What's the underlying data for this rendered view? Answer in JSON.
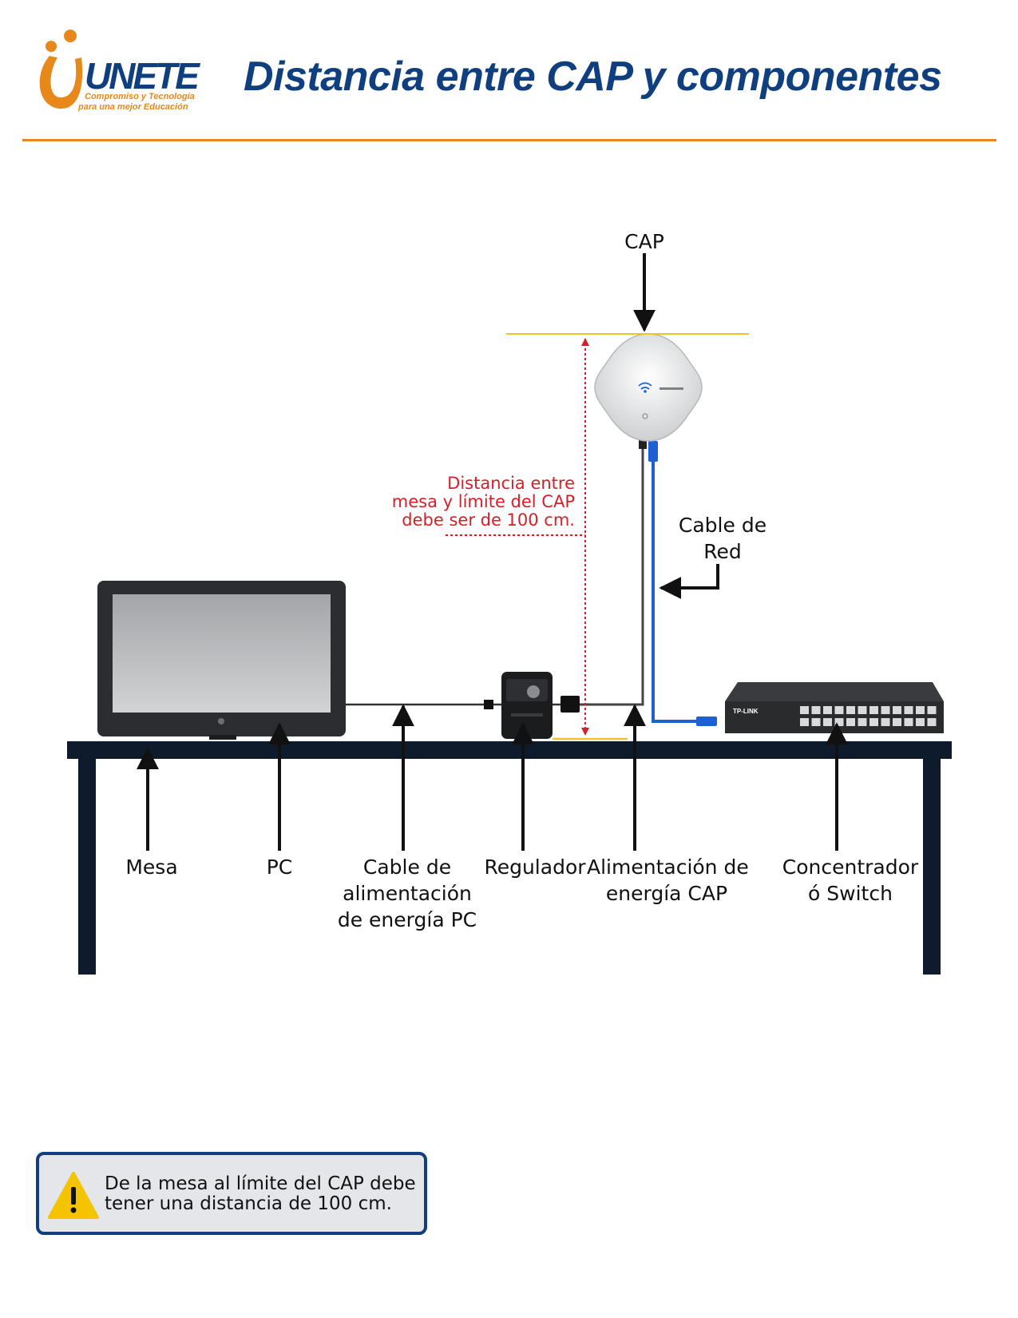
{
  "header": {
    "logo_wordmark": "UNETE",
    "logo_tagline_1": "Compromiso y Tecnología",
    "logo_tagline_2": "para una mejor Educación",
    "title": "Distancia entre CAP y componentes"
  },
  "labels": {
    "cap": "CAP",
    "distance_line_1": "Distancia entre",
    "distance_line_2": "mesa y límite del CAP",
    "distance_line_3": "debe ser de 100 cm.",
    "network_cable_line_1": "Cable de",
    "network_cable_line_2": "Red",
    "table": "Mesa",
    "pc": "PC",
    "pc_power_cable_line_1": "Cable de",
    "pc_power_cable_line_2": "alimentación",
    "pc_power_cable_line_3": "de energía PC",
    "regulator": "Regulador",
    "cap_power_line_1": "Alimentación de",
    "cap_power_line_2": "energía CAP",
    "switch_line_1": "Concentrador",
    "switch_line_2": "ó Switch"
  },
  "devices": {
    "switch_brand": "TP-LINK"
  },
  "warning": {
    "icon": "warning-triangle-icon",
    "line_1": "De la mesa al límite del CAP debe",
    "line_2": "tener una distancia de 100 cm."
  },
  "colors": {
    "brand_blue": "#0f3f7f",
    "brand_orange": "#e8871a",
    "distance_red": "#d5202a",
    "guide_yellow": "#f2c12e",
    "network_cable_blue": "#1f5fd6",
    "table_navy": "#0e1b2d"
  }
}
